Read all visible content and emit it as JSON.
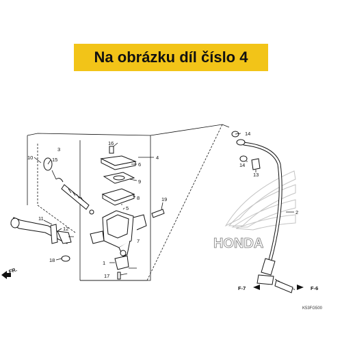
{
  "banner": {
    "text": "Na obrázku díl číslo 4",
    "color": "#f2c418"
  },
  "diagram": {
    "labels": {
      "l1": "1",
      "l2": "2",
      "l3": "3",
      "l4": "4",
      "l5": "5",
      "l6": "6",
      "l7": "7",
      "l8": "8",
      "l9": "9",
      "l10": "10",
      "l11": "11",
      "l12": "12",
      "l13": "13",
      "l14a": "14",
      "l14b": "14",
      "l15": "15",
      "l16": "16",
      "l17": "17",
      "l18": "18",
      "l19": "19"
    },
    "refs": {
      "fr": "FR.",
      "f7": "F-7",
      "f6": "F-6"
    },
    "code": "K53FG500",
    "watermark": {
      "icon": "honda-wing-icon",
      "text": "HONDA"
    }
  }
}
